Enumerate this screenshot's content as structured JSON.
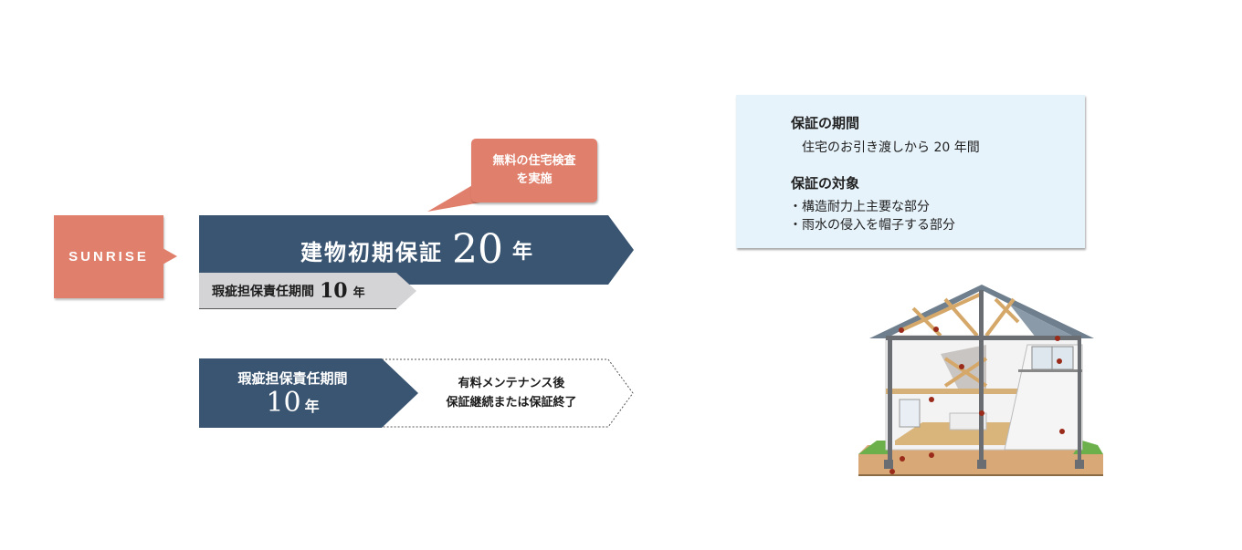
{
  "brand": {
    "label": "SUNRISE"
  },
  "bubble": {
    "line1": "無料の住宅検査",
    "line2": "を実施"
  },
  "main_arrow": {
    "label": "建物初期保証",
    "number": "20",
    "unit": "年"
  },
  "gray_arrow": {
    "label": "瑕疵担保責任期間",
    "number": "10",
    "unit": "年"
  },
  "bottom_dark_arrow": {
    "label": "瑕疵担保責任期間",
    "number": "10",
    "unit": "年"
  },
  "bottom_dashed_arrow": {
    "line1": "有料メンテナンス後",
    "line2": "保証継続または保証終了"
  },
  "info_box": {
    "period_heading": "保証の期間",
    "period_text": "住宅のお引き渡しから 20 年間",
    "scope_heading": "保証の対象",
    "scope_items": [
      "・構造耐力上主要な部分",
      "・雨水の侵入を帽子する部分"
    ]
  },
  "colors": {
    "salmon": "#e07f6c",
    "navy": "#3a5572",
    "gray": "#d4d4d6",
    "info_bg": "#e7f3fb"
  }
}
